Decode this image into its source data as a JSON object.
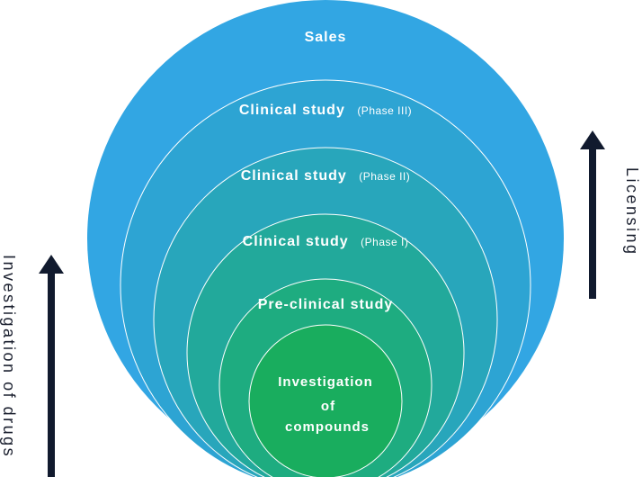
{
  "diagram": {
    "rings": {
      "sales": {
        "label": "Sales"
      },
      "phase3": {
        "label": "Clinical study",
        "sub": "(Phase III)"
      },
      "phase2": {
        "label": "Clinical study",
        "sub": "(Phase II)"
      },
      "phase1": {
        "label": "Clinical study",
        "sub": "(Phase I)"
      },
      "preclinical": {
        "label": "Pre-clinical study"
      },
      "core": {
        "line1": "Investigation",
        "line2": "of",
        "line3": "compounds"
      }
    },
    "arrows": {
      "left_label": "Investigation of drugs",
      "right_label": "Licensing"
    },
    "colors": {
      "outer": "#32a6e3",
      "ring3": "#2da4d3",
      "ring2": "#28a6bb",
      "ring1": "#22a99b",
      "ring0": "#1eac80",
      "core": "#19ad5e",
      "arrow": "#111a2e",
      "ring_stroke": "#ffffff"
    }
  }
}
